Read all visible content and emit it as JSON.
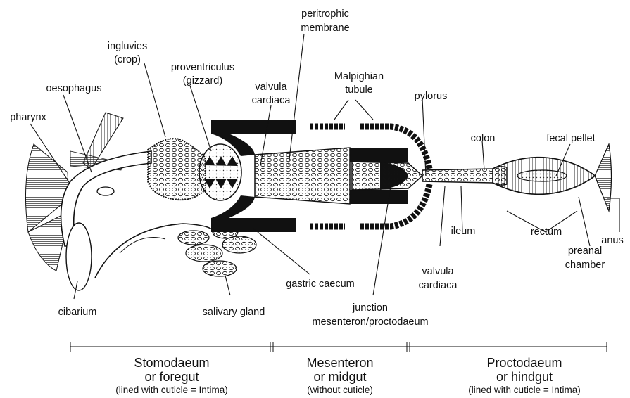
{
  "labels": {
    "peritrophic_1": "peritrophic",
    "peritrophic_2": "membrane",
    "ingluvies_1": "ingluvies",
    "ingluvies_2": "(crop)",
    "proventriculus_1": "proventriculus",
    "proventriculus_2": "(gizzard)",
    "valvula_top_1": "valvula",
    "valvula_top_2": "cardiaca",
    "malpighian_1": "Malpighian",
    "malpighian_2": "tubule",
    "oesophagus": "oesophagus",
    "pylorus": "pylorus",
    "pharynx": "pharynx",
    "colon": "colon",
    "fecal_pellet": "fecal pellet",
    "ileum": "ileum",
    "rectum": "rectum",
    "anus": "anus",
    "preanal_1": "preanal",
    "preanal_2": "chamber",
    "valvula_bottom_1": "valvula",
    "valvula_bottom_2": "cardiaca",
    "gastric_caecum": "gastric caecum",
    "junction_1": "junction",
    "junction_2": "mesenteron/proctodaeum",
    "cibarium": "cibarium",
    "salivary_gland": "salivary gland"
  },
  "sections": [
    {
      "title_1": "Stomodaeum",
      "title_2": "or foregut",
      "note": "(lined with cuticle = Intima)"
    },
    {
      "title_1": "Mesenteron",
      "title_2": "or midgut",
      "note": "(without cuticle)"
    },
    {
      "title_1": "Proctodaeum",
      "title_2": "or hindgut",
      "note": "(lined with cuticle = Intima)"
    }
  ]
}
